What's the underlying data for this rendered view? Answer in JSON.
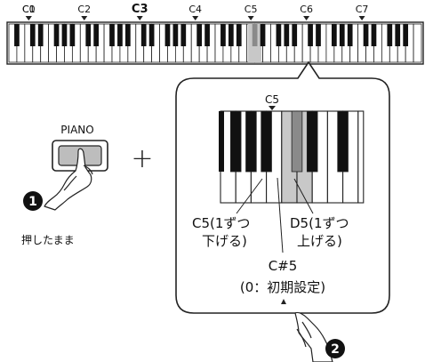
{
  "octave_labels": [
    "C0",
    "C1",
    "C2",
    "C3",
    "C4",
    "C5",
    "C6",
    "C7"
  ],
  "highlight_octave": "C3",
  "button_label": "PIANO",
  "plus_sign": "+",
  "step1": {
    "number": "1",
    "caption": "押したまま"
  },
  "step2": {
    "number": "2"
  },
  "zoom": {
    "key_label": "C5",
    "left_text": [
      "C5(1ずつ",
      "下げる)"
    ],
    "right_text": [
      "D5(1ずつ",
      "上げる)"
    ],
    "center_text": [
      "C#5",
      "(0：初期設定)"
    ]
  },
  "colors": {
    "highlight": "#c8c8c8",
    "highlight_dark": "#8a8a8a",
    "key_black": "#111111",
    "outline": "#222222"
  }
}
